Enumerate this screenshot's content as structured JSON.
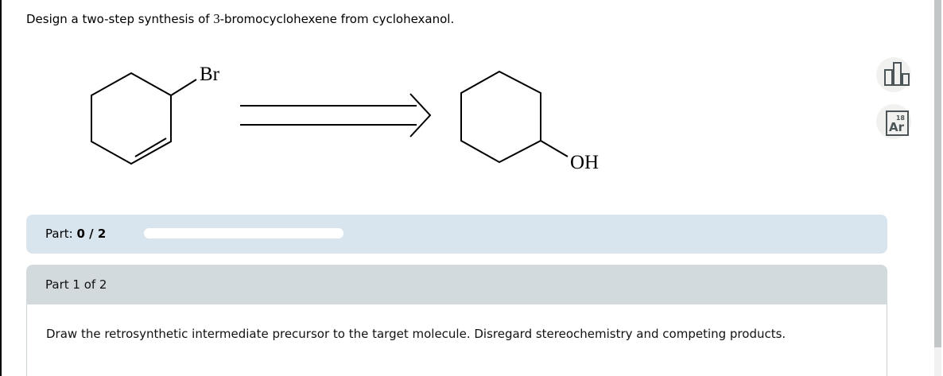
{
  "title": {
    "prefix": "Design a two-step synthesis of ",
    "compound_number": "3",
    "suffix": "-bromocyclohexene from cyclohexanol."
  },
  "reaction_scheme": {
    "target_molecule": {
      "name": "3-bromocyclohexene",
      "substituent_label": "Br"
    },
    "arrow": "retrosynthetic-open-arrow",
    "starting_material": {
      "name": "cyclohexanol",
      "substituent_label": "OH"
    }
  },
  "side_toolbar": {
    "tools": [
      {
        "name": "chart-tool",
        "icon": "bar-chart-icon"
      },
      {
        "name": "periodic-table-tool",
        "icon": "periodic-table-icon",
        "atomic_number": "18",
        "element_symbol": "Ar"
      }
    ]
  },
  "progress": {
    "label": "Part:",
    "value": "0 / 2",
    "completed_fraction": 0
  },
  "part_header": {
    "label": "Part 1 of 2"
  },
  "question": {
    "text": "Draw the retrosynthetic intermediate precursor to the target molecule. Disregard stereochemistry and competing products."
  },
  "colors": {
    "progress_section_bg": "#d9e5ee",
    "part_header_bg": "#d3dadd",
    "panel_border": "#c9d1d5",
    "tool_button_bg": "#f1f2ef",
    "tool_icon": "#4b5456",
    "structure_stroke": "#000000",
    "scrollbar_thumb": "#c2c6c7"
  }
}
